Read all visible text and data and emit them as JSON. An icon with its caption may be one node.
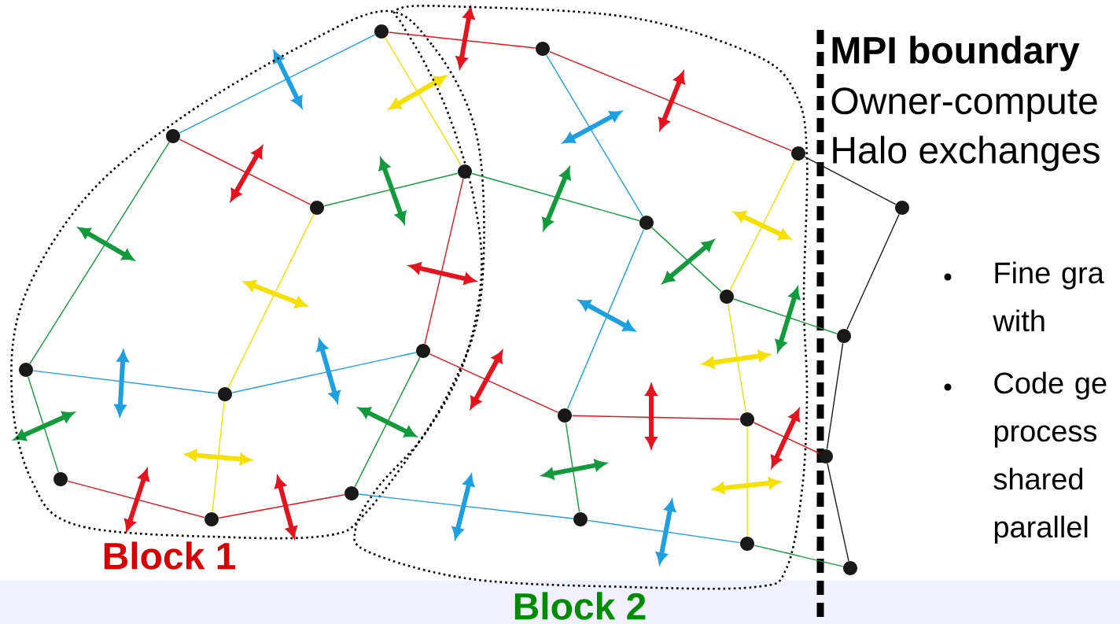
{
  "diagram": {
    "nodes": [
      {
        "text": [
          "Block 1"
        ]
      },
      {
        "text": [
          "Block 2"
        ]
      },
      {
        "text": [],
        "shape": "circle",
        "in": 0
      },
      {
        "text": [],
        "shape": "circle",
        "in": 1
      },
      {
        "text": [],
        "shape": "circle",
        "in": 1
      },
      {
        "text": [],
        "shape": "circle"
      },
      {
        "text": [],
        "shape": "circle",
        "in": 0
      },
      {
        "text": [],
        "shape": "circle",
        "in": 0
      },
      {
        "text": [],
        "shape": "circle",
        "in": 0
      },
      {
        "text": [],
        "shape": "circle",
        "in": 1
      },
      {
        "text": [],
        "shape": "circle",
        "in": 1
      },
      {
        "text": [],
        "shape": "circle"
      },
      {
        "text": [],
        "shape": "circle",
        "in": 0
      },
      {
        "text": [],
        "shape": "circle",
        "in": 0
      },
      {
        "text": [],
        "shape": "circle",
        "in": 0
      },
      {
        "text": [],
        "shape": "circle",
        "in": 1
      },
      {
        "text": [],
        "shape": "circle",
        "in": 1
      },
      {
        "text": [],
        "shape": "circle"
      },
      {
        "text": [],
        "shape": "circle",
        "in": 0
      },
      {
        "text": [],
        "shape": "circle",
        "in": 0
      },
      {
        "text": [],
        "shape": "circle",
        "in": 0
      },
      {
        "text": [],
        "shape": "circle",
        "in": 1
      },
      {
        "text": [],
        "shape": "circle",
        "in": 1
      },
      {
        "text": [],
        "shape": "circle"
      }
    ],
    "edges": [
      {
        "from": 2,
        "to": 3,
        "arrow": "none",
        "color": "#e3141e"
      },
      {
        "from": 3,
        "to": 4,
        "arrow": "none",
        "color": "#e3141e"
      },
      {
        "from": 6,
        "to": 7,
        "arrow": "none",
        "color": "#e3141e"
      },
      {
        "from": 8,
        "to": 14,
        "arrow": "none",
        "color": "#e3141e"
      },
      {
        "from": 14,
        "to": 15,
        "arrow": "none",
        "color": "#e3141e"
      },
      {
        "from": 15,
        "to": 16,
        "arrow": "none",
        "color": "#e3141e"
      },
      {
        "from": 16,
        "to": 17,
        "arrow": "none",
        "color": "#e3141e"
      },
      {
        "from": 18,
        "to": 19,
        "arrow": "none",
        "color": "#e3141e"
      },
      {
        "from": 19,
        "to": 20,
        "arrow": "none",
        "color": "#e3141e"
      },
      {
        "from": 2,
        "to": 6,
        "arrow": "none",
        "color": "#1ea0e0"
      },
      {
        "from": 3,
        "to": 9,
        "arrow": "none",
        "color": "#1ea0e0"
      },
      {
        "from": 9,
        "to": 15,
        "arrow": "none",
        "color": "#1ea0e0"
      },
      {
        "from": 12,
        "to": 13,
        "arrow": "none",
        "color": "#1ea0e0"
      },
      {
        "from": 13,
        "to": 14,
        "arrow": "none",
        "color": "#1ea0e0"
      },
      {
        "from": 20,
        "to": 21,
        "arrow": "none",
        "color": "#1ea0e0"
      },
      {
        "from": 21,
        "to": 22,
        "arrow": "none",
        "color": "#1ea0e0"
      },
      {
        "from": 2,
        "to": 8,
        "arrow": "none",
        "color": "#f5e000"
      },
      {
        "from": 7,
        "to": 13,
        "arrow": "none",
        "color": "#f5e000"
      },
      {
        "from": 13,
        "to": 19,
        "arrow": "none",
        "color": "#f5e000"
      },
      {
        "from": 4,
        "to": 10,
        "arrow": "none",
        "color": "#f5e000"
      },
      {
        "from": 10,
        "to": 16,
        "arrow": "none",
        "color": "#f5e000"
      },
      {
        "from": 16,
        "to": 22,
        "arrow": "none",
        "color": "#f5e000"
      },
      {
        "from": 6,
        "to": 12,
        "arrow": "none",
        "color": "#129a3c"
      },
      {
        "from": 7,
        "to": 8,
        "arrow": "none",
        "color": "#129a3c"
      },
      {
        "from": 8,
        "to": 9,
        "arrow": "none",
        "color": "#129a3c"
      },
      {
        "from": 9,
        "to": 10,
        "arrow": "none",
        "color": "#129a3c"
      },
      {
        "from": 10,
        "to": 11,
        "arrow": "none",
        "color": "#129a3c"
      },
      {
        "from": 12,
        "to": 18,
        "arrow": "none",
        "color": "#129a3c"
      },
      {
        "from": 14,
        "to": 20,
        "arrow": "none",
        "color": "#129a3c"
      },
      {
        "from": 15,
        "to": 21,
        "arrow": "none",
        "color": "#129a3c"
      },
      {
        "from": 22,
        "to": 23,
        "arrow": "none",
        "color": "#129a3c"
      },
      {
        "from": 4,
        "to": 5,
        "arrow": "none",
        "color": "#1a1a1a"
      },
      {
        "from": 5,
        "to": 11,
        "arrow": "none",
        "color": "#1a1a1a"
      },
      {
        "from": 11,
        "to": 17,
        "arrow": "none",
        "color": "#1a1a1a"
      },
      {
        "from": 17,
        "to": 23,
        "arrow": "none",
        "color": "#1a1a1a"
      }
    ],
    "labels": [
      "MPI boundary",
      "Owner-compute",
      "Halo exchanges",
      "Fine gra with",
      "Code ge process shared parallel"
    ]
  }
}
